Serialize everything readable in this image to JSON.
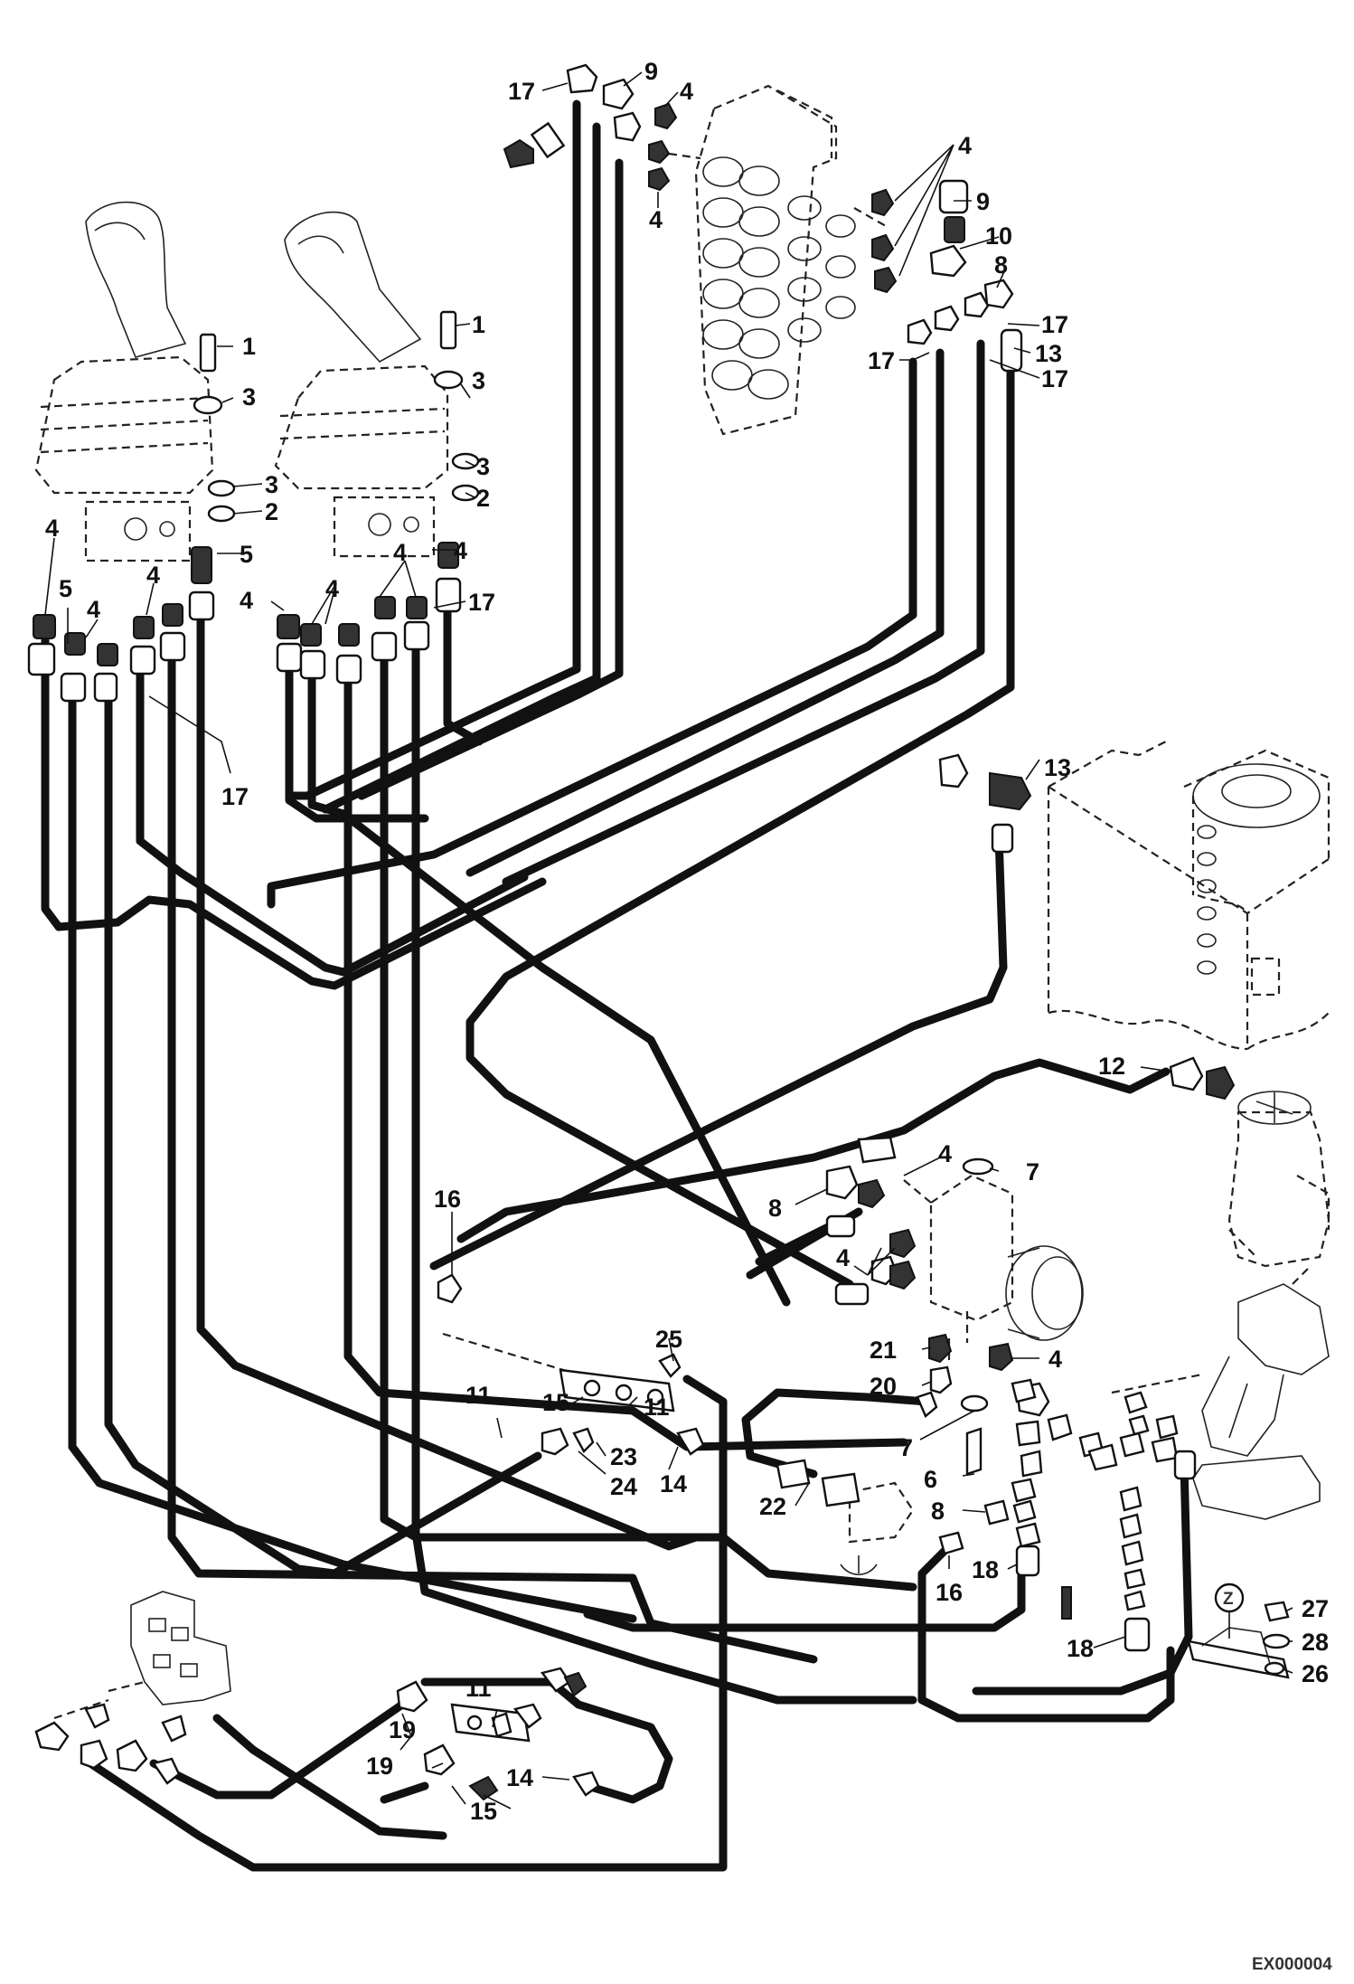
{
  "drawing_id": "EX000004",
  "view_marker": "Z",
  "callouts": [
    "1",
    "2",
    "3",
    "4",
    "5",
    "6",
    "7",
    "8",
    "9",
    "10",
    "11",
    "12",
    "13",
    "14",
    "15",
    "16",
    "17",
    "18",
    "19",
    "20",
    "21",
    "22",
    "23",
    "24",
    "25",
    "26",
    "27",
    "28"
  ],
  "icons": {
    "left_joystick": "joystick-left-icon",
    "right_joystick": "joystick-right-icon",
    "control_valve": "control-valve-block-icon",
    "hydraulic_tank": "hydraulic-tank-icon",
    "pilot_pump": "pilot-pump-icon",
    "swivel_joint": "rotary-joint-icon",
    "pedal_valve": "pedal-valve-icon"
  }
}
